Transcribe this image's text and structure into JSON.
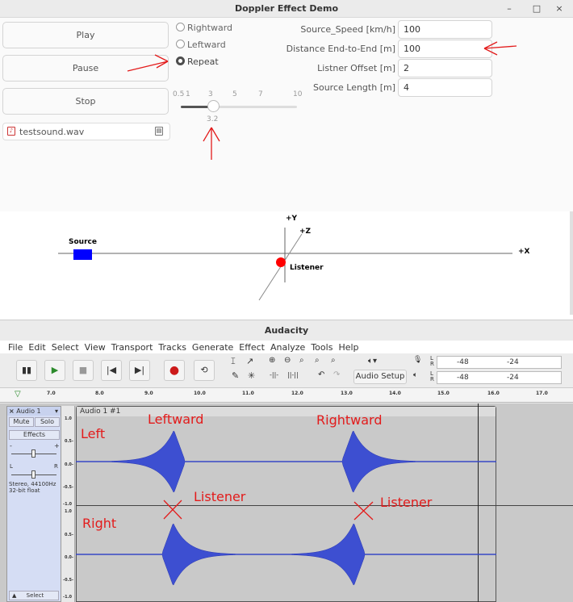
{
  "doppler": {
    "title": "Doppler Effect Demo",
    "win_minimize": "–",
    "win_maximize": "□",
    "win_close": "×",
    "play_label": "Play",
    "pause_label": "Pause",
    "stop_label": "Stop",
    "file_name": "testsound.wav",
    "radio_rightward": "Rightward",
    "radio_leftward": "Leftward",
    "radio_repeat": "Repeat",
    "radio_selected": "Repeat",
    "slider_ticks": [
      "0.5",
      "1",
      "3",
      "5",
      "7",
      "10"
    ],
    "slider_value": 3.2,
    "slider_value_text": "3.2",
    "fields": [
      {
        "label": "Source_Speed [km/h]",
        "value": "100"
      },
      {
        "label": "Distance End-to-End [m]",
        "value": "100"
      },
      {
        "label": "Listner Offset [m]",
        "value": "2"
      },
      {
        "label": "Source Length [m]",
        "value": "4"
      }
    ],
    "axes": {
      "y": "+Y",
      "z": "+Z",
      "x": "+X"
    },
    "source_label": "Source",
    "listener_label": "Listener",
    "source_color": "#0000ff",
    "listener_color": "#ff0000"
  },
  "audacity": {
    "title": "Audacity",
    "menu": [
      "File",
      "Edit",
      "Select",
      "View",
      "Transport",
      "Tracks",
      "Generate",
      "Effect",
      "Analyze",
      "Tools",
      "Help"
    ],
    "audio_setup": "Audio Setup",
    "meter_ticks": [
      "-48",
      "-24"
    ],
    "meter_channels": [
      "L",
      "R"
    ],
    "ruler_ticks": [
      "7.0",
      "8.0",
      "9.0",
      "10.0",
      "11.0",
      "12.0",
      "13.0",
      "14.0",
      "15.0",
      "16.0",
      "17.0"
    ],
    "track_name": "Audio 1",
    "clip_name": "Audio 1 #1",
    "mute": "Mute",
    "solo": "Solo",
    "effects": "Effects",
    "pan_l": "L",
    "pan_r": "R",
    "gain_minus": "-",
    "gain_plus": "+",
    "format_line1": "Stereo, 44100Hz",
    "format_line2": "32-bit float",
    "select_label": "Select",
    "amp_scale": [
      "1.0",
      "0.5-",
      "0.0-",
      "-0.5-",
      "-1.0"
    ],
    "waveform_color": "#3d4fd1"
  },
  "annotations": {
    "leftward": "Leftward",
    "rightward": "Rightward",
    "left": "Left",
    "right": "Right",
    "listener1": "Listener",
    "listener2": "Listener",
    "color": "#e31b1b"
  }
}
